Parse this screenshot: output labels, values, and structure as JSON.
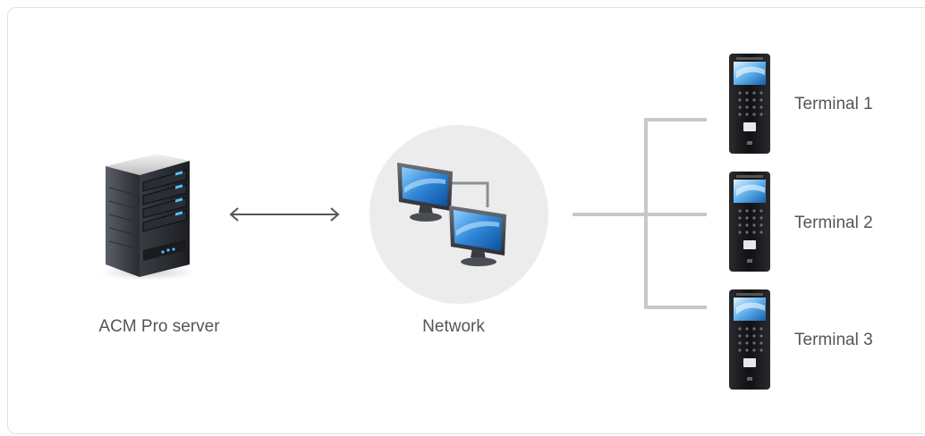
{
  "nodes": {
    "server": {
      "label": "ACM Pro server",
      "icon": "server-icon"
    },
    "network": {
      "label": "Network",
      "icon": "network-computers-icon"
    },
    "terminals": [
      {
        "label": "Terminal 1",
        "icon": "terminal-device-icon"
      },
      {
        "label": "Terminal 2",
        "icon": "terminal-device-icon"
      },
      {
        "label": "Terminal 3",
        "icon": "terminal-device-icon"
      }
    ]
  },
  "colors": {
    "connector": "#c8c8c8",
    "arrow": "#555555",
    "network_circle": "#ececec",
    "label_text": "#555555",
    "screen_blue": "#2f86d6"
  }
}
